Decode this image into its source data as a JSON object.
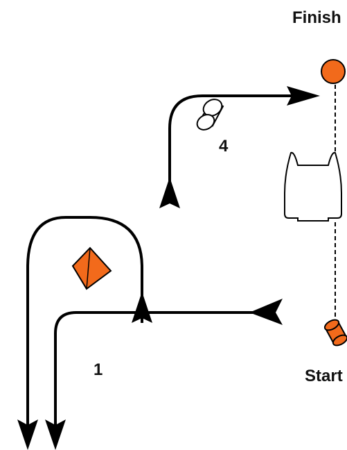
{
  "labels": {
    "finish": "Finish",
    "start": "Start",
    "obstacle_1": "1",
    "obstacle_4": "4"
  },
  "colors": {
    "marker": "#f26a1b",
    "stroke": "#000000",
    "background": "#ffffff"
  },
  "icons": {
    "finish_marker": "orange-circle-marker",
    "start_marker": "orange-cylinder-marker",
    "obstacle_1": "orange-diamond-obstacle",
    "obstacle_4": "white-cylinder-obstacle",
    "horse_box": "horse-trailer-top-view",
    "arrows": "route-arrow"
  }
}
